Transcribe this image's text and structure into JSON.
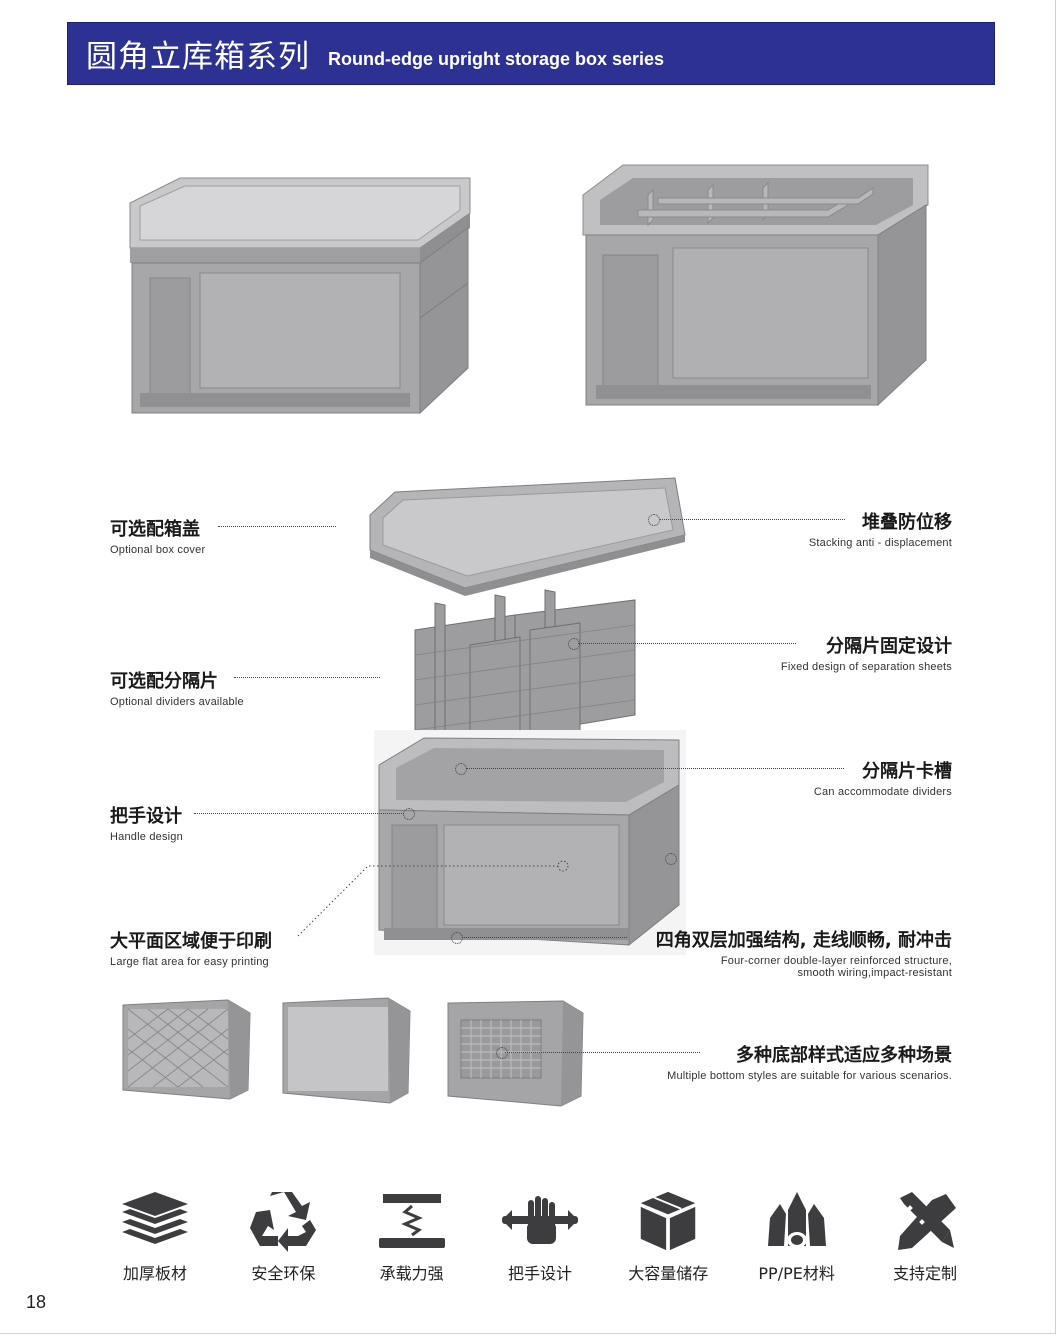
{
  "header": {
    "title_cn": "圆角立库箱系列",
    "title_en": "Round-edge upright storage box series",
    "background_color": "#2d3192"
  },
  "callouts": {
    "box_cover": {
      "cn": "可选配箱盖",
      "en": "Optional box cover"
    },
    "stacking": {
      "cn": "堆叠防位移",
      "en": "Stacking anti - displacement"
    },
    "dividers_optional": {
      "cn": "可选配分隔片",
      "en": "Optional dividers available"
    },
    "dividers_fixed": {
      "cn": "分隔片固定设计",
      "en": "Fixed design of separation sheets"
    },
    "divider_slots": {
      "cn": "分隔片卡槽",
      "en": "Can accommodate dividers"
    },
    "handle": {
      "cn": "把手设计",
      "en": "Handle design"
    },
    "flat_area": {
      "cn": "大平面区域便于印刷",
      "en": "Large flat area for easy printing"
    },
    "corners": {
      "cn": "四角双层加强结构, 走线顺畅, 耐冲击",
      "en_line1": "Four-corner double-layer reinforced structure,",
      "en_line2": "smooth wiring,impact-resistant"
    },
    "bottom_styles": {
      "cn": "多种底部样式适应多种场景",
      "en": "Multiple bottom styles are suitable for various scenarios."
    }
  },
  "features": [
    {
      "icon": "layers-icon",
      "label": "加厚板材"
    },
    {
      "icon": "recycle-icon",
      "label": "安全环保"
    },
    {
      "icon": "spring-load-icon",
      "label": "承载力强"
    },
    {
      "icon": "hand-icon",
      "label": "把手设计"
    },
    {
      "icon": "box-icon",
      "label": "大容量储存"
    },
    {
      "icon": "material-icon",
      "label": "PP/PE材料"
    },
    {
      "icon": "customize-icon",
      "label": "支持定制"
    }
  ],
  "page_number": "18",
  "colors": {
    "box_gray": "#a9a9ab",
    "icon_dark": "#3d3d3f"
  }
}
